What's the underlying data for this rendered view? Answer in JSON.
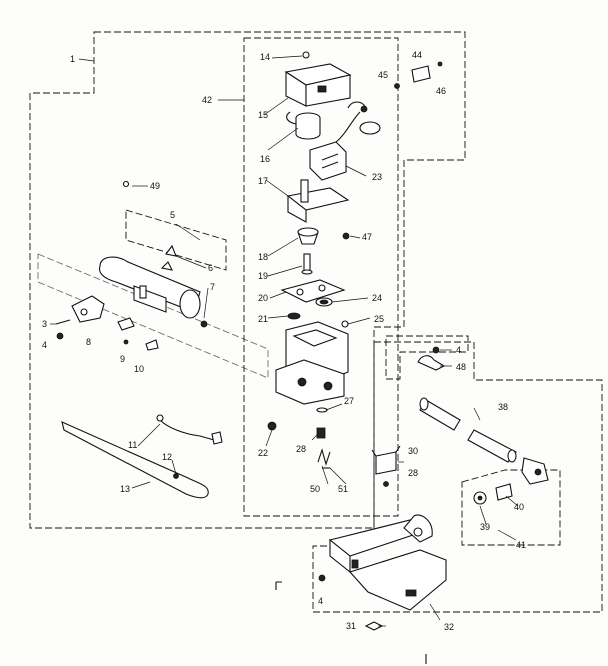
{
  "callouts": {
    "n1": "1",
    "n42": "42",
    "n14": "14",
    "n15": "15",
    "n16": "16",
    "n17": "17",
    "n18": "18",
    "n19": "19",
    "n20": "20",
    "n21": "21",
    "n23": "23",
    "n24": "24",
    "n25": "25",
    "n47": "47",
    "n44": "44",
    "n45": "45",
    "n46": "46",
    "n49": "49",
    "n5": "5",
    "n6": "6",
    "n7": "7",
    "n3": "3",
    "n4a": "4",
    "n8": "8",
    "n9": "9",
    "n10": "10",
    "n11": "11",
    "n12": "12",
    "n13": "13",
    "n22": "22",
    "n27": "27",
    "n28a": "28",
    "n50": "50",
    "n51": "51",
    "n4b": "4",
    "n48": "48",
    "n38": "38",
    "n30": "30",
    "n28b": "28",
    "n40": "40",
    "n39": "39",
    "n41": "41",
    "n4c": "4",
    "n31": "31",
    "n32": "32"
  }
}
